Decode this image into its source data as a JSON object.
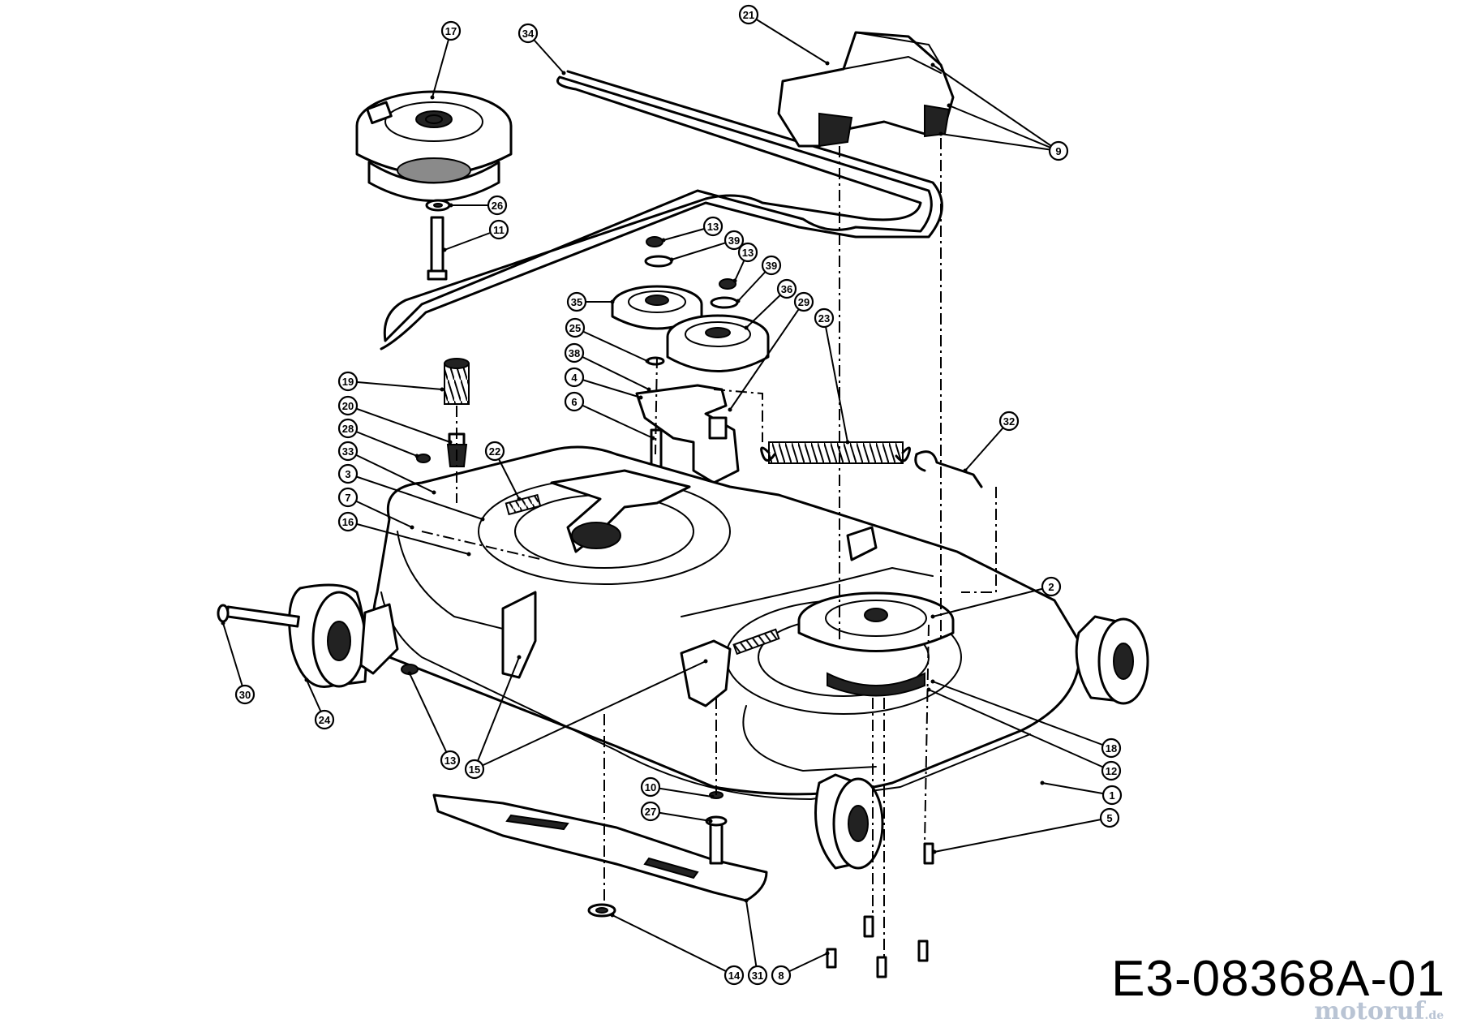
{
  "drawing_code": "E3-08368A-01",
  "watermark": {
    "name": "motoruf",
    "tld": ".de"
  },
  "colors": {
    "ink": "#000000",
    "paper": "#ffffff",
    "watermark": "#b9c4d4"
  },
  "callouts": [
    "1",
    "2",
    "3",
    "4",
    "5",
    "6",
    "7",
    "8",
    "9",
    "10",
    "11",
    "12",
    "13",
    "14",
    "15",
    "16",
    "17",
    "18",
    "19",
    "20",
    "21",
    "22",
    "23",
    "24",
    "25",
    "26",
    "27",
    "28",
    "29",
    "30",
    "31",
    "32",
    "33",
    "34",
    "35",
    "36",
    "38",
    "39"
  ]
}
